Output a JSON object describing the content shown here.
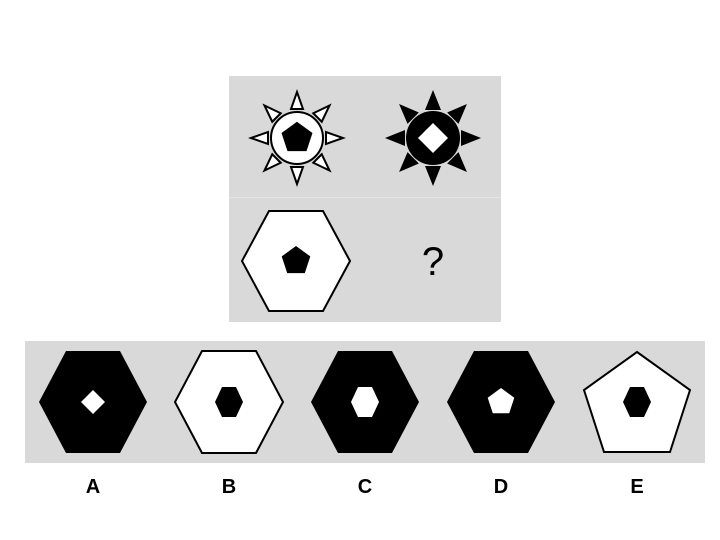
{
  "matrix": {
    "question_mark": "?"
  },
  "options": [
    {
      "label": "A"
    },
    {
      "label": "B"
    },
    {
      "label": "C"
    },
    {
      "label": "D"
    },
    {
      "label": "E"
    }
  ]
}
